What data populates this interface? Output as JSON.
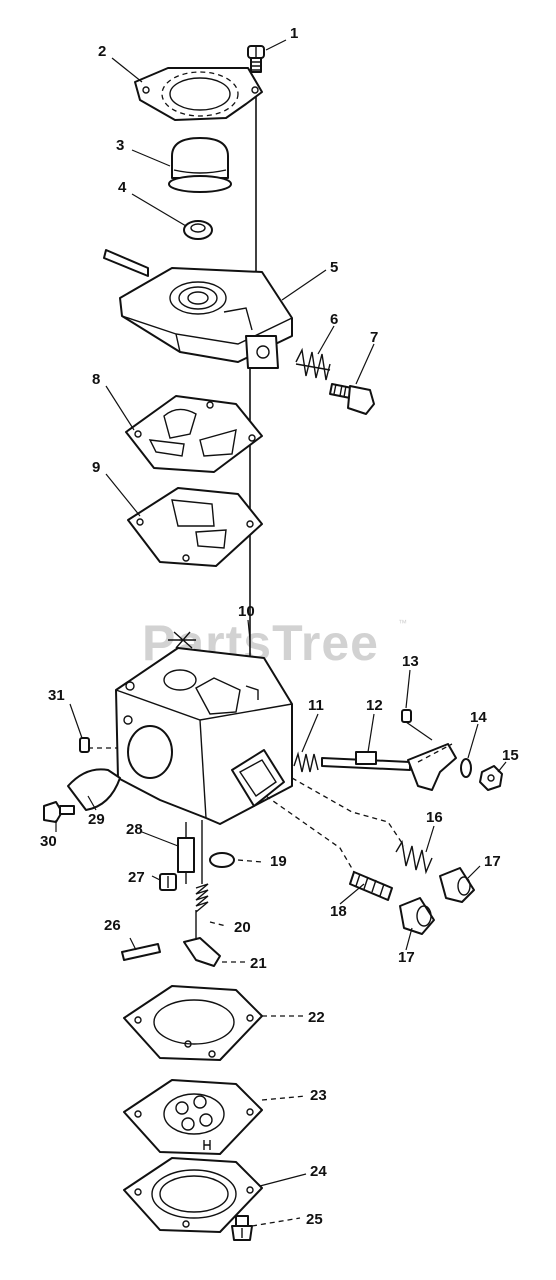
{
  "watermark": {
    "brand": "PartsTree",
    "trademark": "™"
  },
  "part_callouts": [
    "1",
    "2",
    "3",
    "4",
    "5",
    "6",
    "7",
    "8",
    "9",
    "10",
    "11",
    "12",
    "13",
    "14",
    "15",
    "16",
    "17",
    "18",
    "19",
    "20",
    "21",
    "22",
    "23",
    "24",
    "25",
    "26",
    "27",
    "28",
    "29",
    "30",
    "31"
  ],
  "colors": {
    "ink": "#111111",
    "paper": "#ffffff",
    "watermark": "#d2d2d2"
  }
}
